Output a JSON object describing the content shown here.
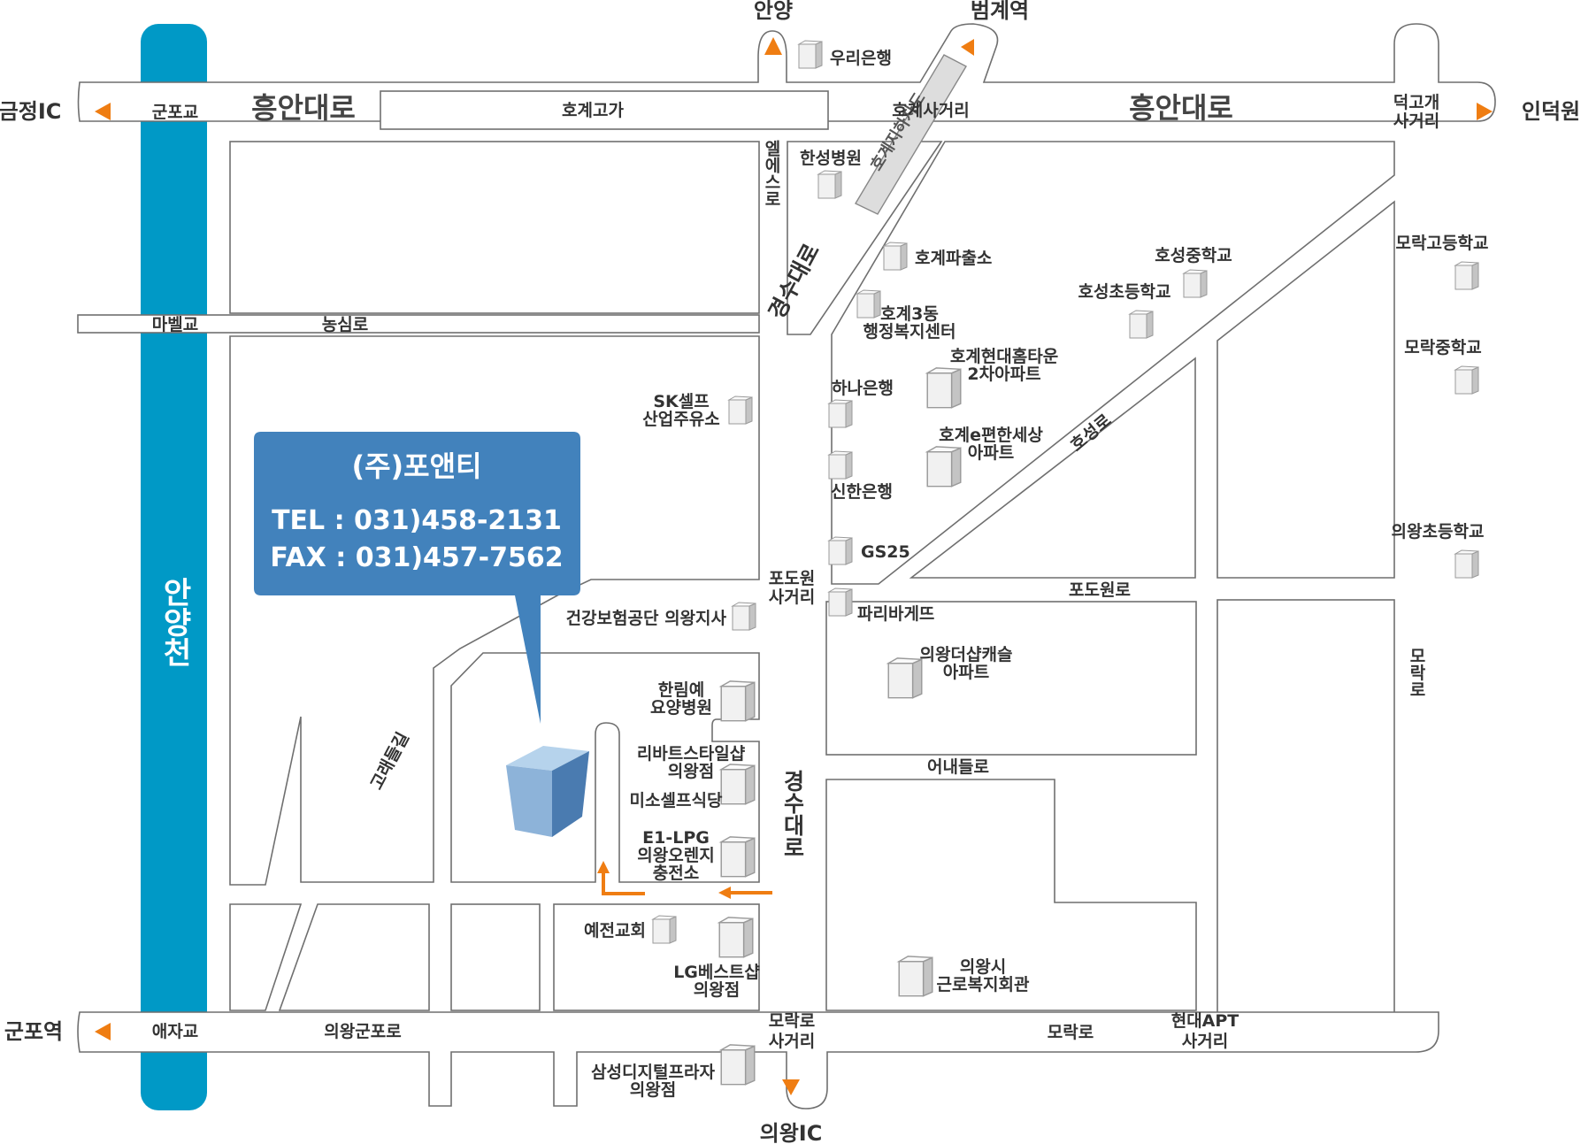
{
  "company": {
    "name": "(주)포앤티",
    "tel": "TEL : 031)458-2131",
    "fax": "FAX : 031)457-7562"
  },
  "colors": {
    "river": "#0099c6",
    "callout": "#4282bc",
    "arrow": "#ef7d12",
    "building_front": "#8db3d9",
    "building_side": "#4a7bb0",
    "building_top": "#b6d3ec"
  },
  "edges": {
    "west_top": "금정IC",
    "west_bottom": "군포역",
    "east_top": "인덕원",
    "north_left": "안양",
    "north_right": "범계역",
    "south": "의왕IC"
  },
  "roads": {
    "heungan_left": "흥안대로",
    "heungan_right": "흥안대로",
    "hogye_overpass": "호계고가",
    "hogye_underpass": "호계지하차도",
    "elses": "엘에스로",
    "gyeongsu_top": "경수대로",
    "gyeongsu_bottom": "경수대로",
    "nongsim": "농심로",
    "hoseong": "호성로",
    "podowon": "포도원로",
    "eonaedeul": "어내들로",
    "gorae": "고래들길",
    "uiwanggunpo": "의왕군포로",
    "morak_south": "모락로",
    "morak_east": "모락로"
  },
  "bridges": {
    "gunpo": "군포교",
    "mabel": "마벨교",
    "aeja": "애자교"
  },
  "intersections": {
    "hogye": "호계사거리",
    "deokgogae": "덕고개 사거리",
    "podowon": "포도원 사거리",
    "morak": "모락로 사거리",
    "hyundai": "현대APT 사거리"
  },
  "river": "안양천",
  "landmarks": {
    "woori_bank": "우리은행",
    "hansung_hospital": "한성병원",
    "police_box": "호계파출소",
    "hogye3dong": "호계3동 행정복지센터",
    "hoseong_middle": "호성중학교",
    "hoseong_elem": "호성초등학교",
    "morak_high": "모락고등학교",
    "morak_middle": "모락중학교",
    "uiwang_elem": "의왕초등학교",
    "hyundai_hometown": "호계현대홈타운 2차아파트",
    "hana_bank": "하나은행",
    "sk_self": "SK셀프 산업주유소",
    "epyeonhan": "호계e편한세상 아파트",
    "shinhan_bank": "신한은행",
    "gs25": "GS25",
    "nhis": "건강보험공단 의왕지사",
    "paris_baguette": "파리바게뜨",
    "sharp_castle": "의왕더샵캐슬 아파트",
    "hanrim": "한림예 요양병원",
    "rebarts": "리바트스타일샵 의왕점",
    "miso": "미소셀프식당",
    "e1_lpg": "E1-LPG 의왕오렌지 충전소",
    "yejeon_church": "예전교회",
    "lg_bestshop": "LG베스트샵 의왕점",
    "workers_hall": "의왕시 근로복지회관",
    "samsung_plaza": "삼성디지털프라자 의왕점"
  }
}
